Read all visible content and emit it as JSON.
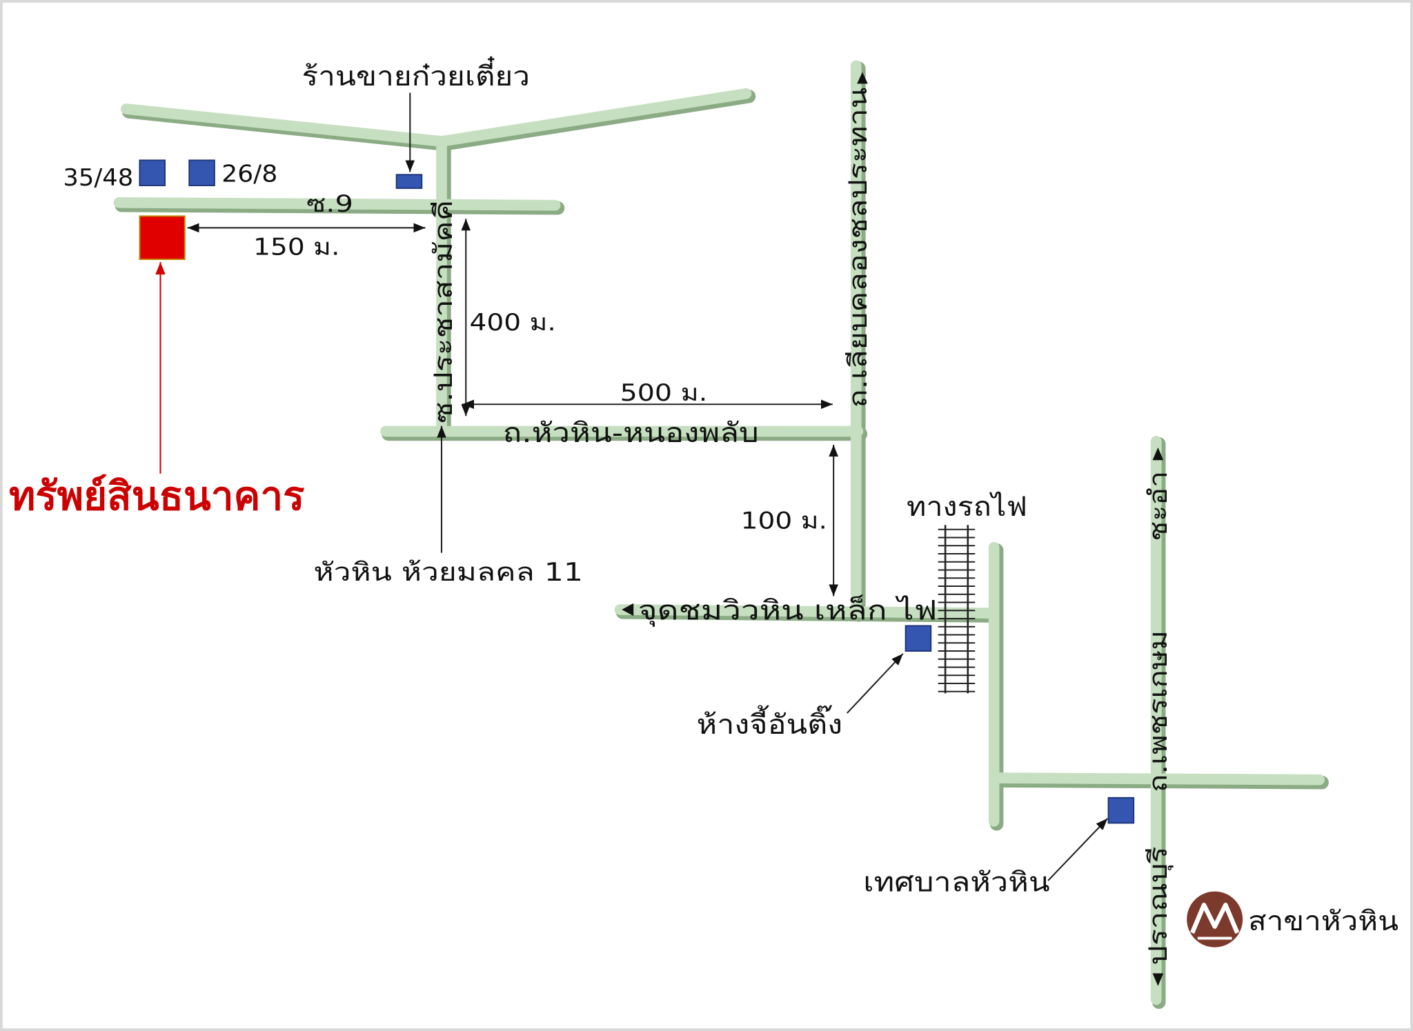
{
  "map": {
    "property_label": "ทรัพย์สินธนาคาร",
    "branch_label": "สาขาหัวหิน",
    "landmarks": {
      "noodle_shop": "ร้านขายก๋วยเตี๋ยว",
      "house_a": "35/48",
      "house_b": "26/8",
      "department_store": "ห้างจี้อันติ๊ง",
      "municipality": "เทศบาลหัวหิน",
      "railway": "ทางรถไฟ"
    },
    "roads": {
      "soi_9": "ซ.9",
      "soi_pracha_samakkhi": "ซ.ประชาสามัคคี",
      "hua_hin_nong_phlap": "ถ.หัวหิน-หนองพลับ",
      "liap_khlong_chonlaprathan": "ถ.เลียบคลองชลประทาน",
      "phetkasem": "ถ.เพชรเกษม",
      "viewpoint": "จุดชมวิวหิน เหล็ก ไฟ",
      "hua_hin_huai_mongkhon": "หัวหิน ห้วยมลคล 11"
    },
    "directions": {
      "north": "ชะอำ",
      "south": "ปราณบุรี"
    },
    "distances": {
      "soi_9_to_junction": "150 ม.",
      "junction_to_main_road": "400 ม.",
      "along_main_road": "500 ม.",
      "main_road_to_viewpoint_road": "100 ม."
    }
  },
  "colors": {
    "road": "#c6dfc0",
    "road_edge": "#8aab84",
    "property": "#e00000",
    "property_label": "#cc0000",
    "landmark": "#3456b0",
    "logo": "#7b3a2c"
  }
}
